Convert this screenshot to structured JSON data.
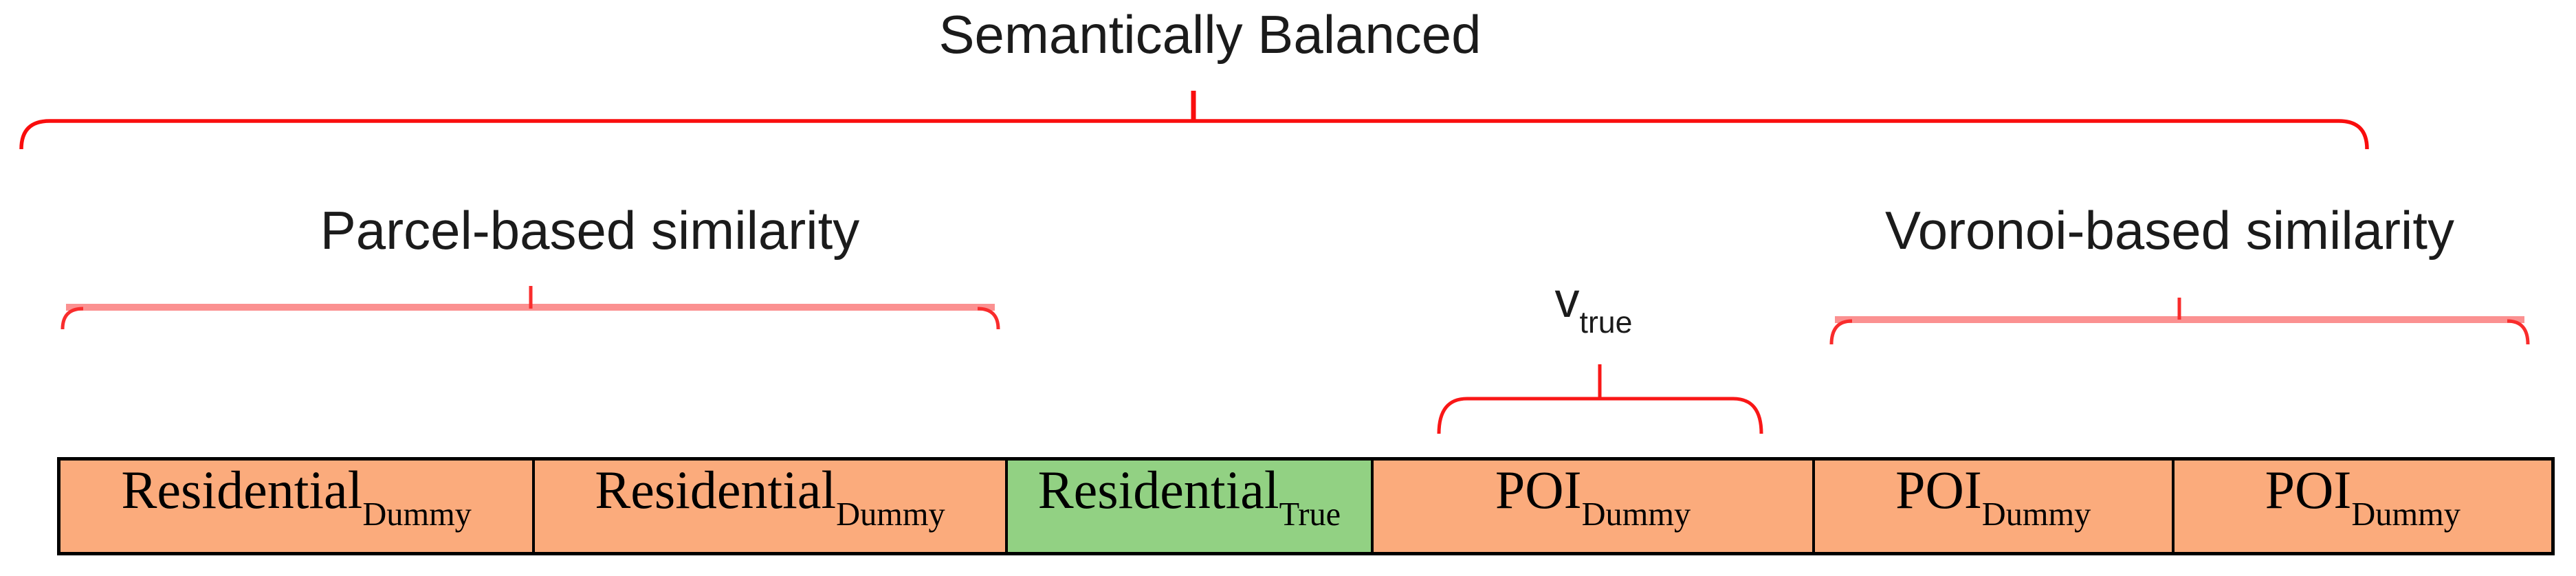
{
  "title": "Semantically Balanced",
  "annotations": {
    "parcel_label": "Parcel-based similarity",
    "voronoi_label": "Voronoi-based similarity",
    "v_true": {
      "base": "v",
      "subscript": "true"
    }
  },
  "braces": [
    {
      "id": "semantically-balanced-brace",
      "covers": "entire row",
      "color": "#f90d0d",
      "style": "thin"
    },
    {
      "id": "parcel-brace",
      "covers": "cells 1-2",
      "bar_color": "#fb9191",
      "end_color": "#f92c2c",
      "style": "thick bar with thin red ends"
    },
    {
      "id": "v-true-brace",
      "covers": "cell 4",
      "color": "#f91717",
      "style": "thin"
    },
    {
      "id": "voronoi-brace",
      "covers": "cells 5-6",
      "bar_color": "#fb9191",
      "end_color": "#f92c2c",
      "style": "thick bar with thin red ends"
    }
  ],
  "table": {
    "cells": [
      {
        "label": "Residential",
        "subscript": "Dummy",
        "highlight": false
      },
      {
        "label": "Residential",
        "subscript": "Dummy",
        "highlight": false
      },
      {
        "label": "Residential",
        "subscript": "True",
        "highlight": true
      },
      {
        "label": "POI",
        "subscript": "Dummy",
        "highlight": false
      },
      {
        "label": "POI",
        "subscript": "Dummy",
        "highlight": false
      },
      {
        "label": "POI",
        "subscript": "Dummy",
        "highlight": false
      }
    ]
  },
  "colors": {
    "dummy_cell_fill": "#fbab7c",
    "true_cell_fill": "#92d183",
    "cell_border": "#000000",
    "brace_red": "#f90d0d",
    "brace_salmon": "#fb9191",
    "text": "#1b1b1b",
    "background": "#ffffff"
  }
}
